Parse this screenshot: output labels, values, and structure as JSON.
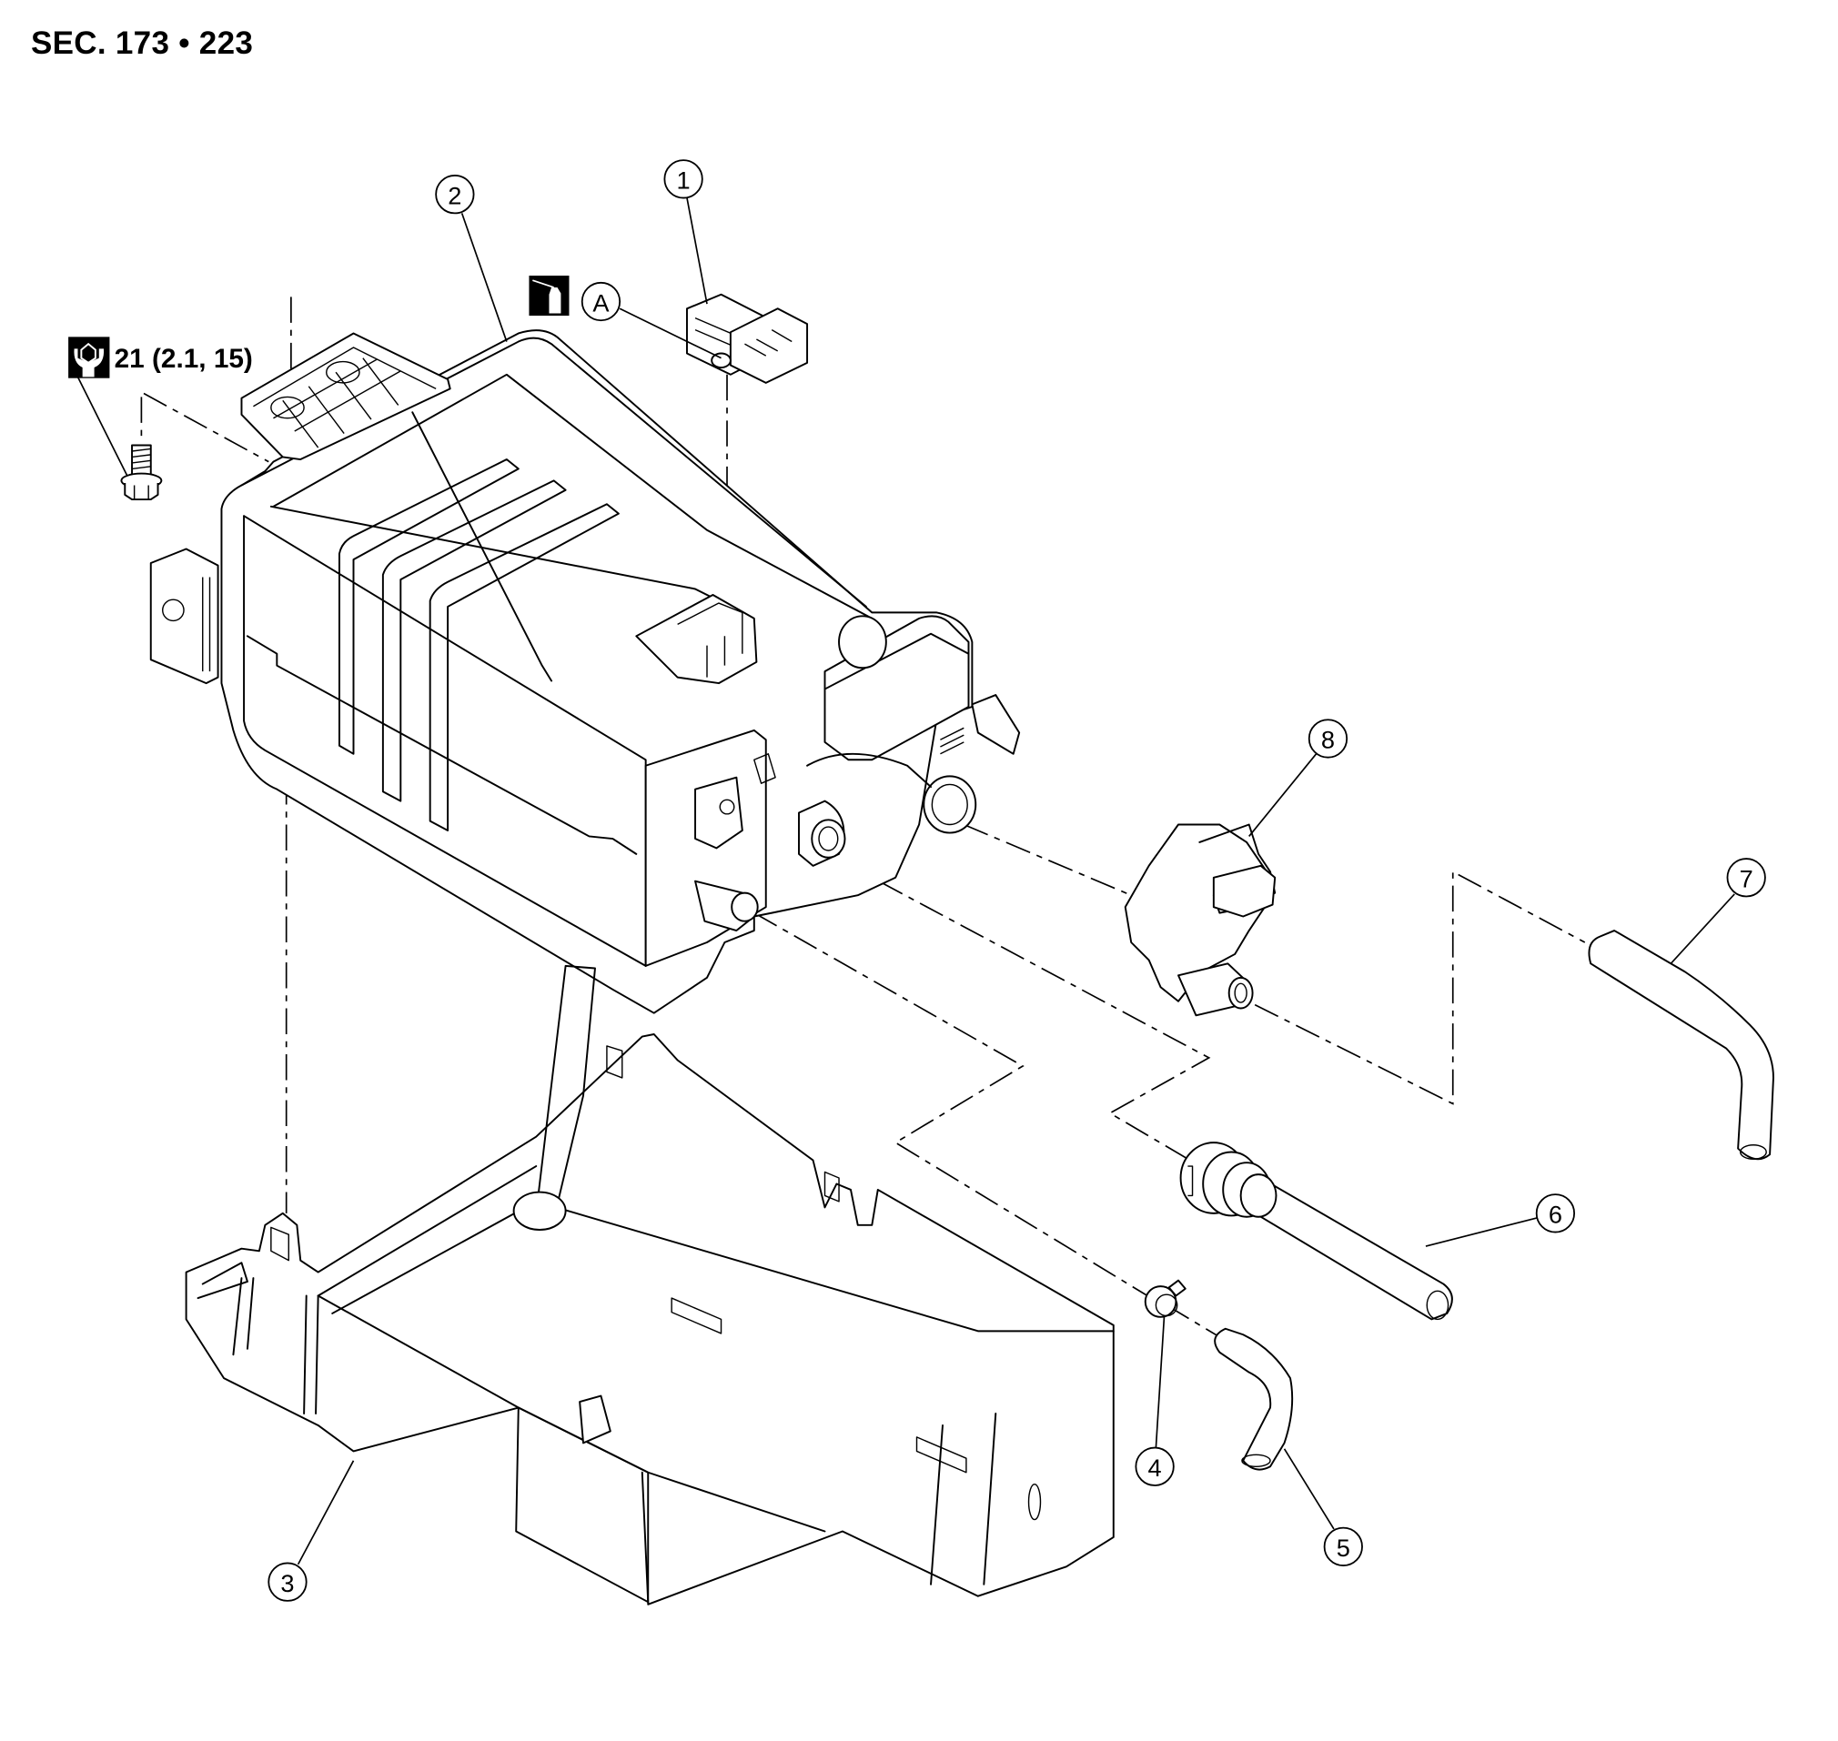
{
  "header": {
    "section_reference": "SEC. 173 • 223"
  },
  "annotations": {
    "torque_spec": {
      "icon": "torque-wrench-icon",
      "value": "21 (2.1, 15)"
    },
    "sealant": {
      "icon": "sealant-bottle-icon",
      "callout_label": "A"
    }
  },
  "callouts": [
    {
      "label": "1",
      "part": "sensor-connector"
    },
    {
      "label": "2",
      "part": "evap-canister"
    },
    {
      "label": "3",
      "part": "canister-protector-tray"
    },
    {
      "label": "4",
      "part": "hose-clamp"
    },
    {
      "label": "5",
      "part": "drain-hose"
    },
    {
      "label": "6",
      "part": "evap-hose-with-connector"
    },
    {
      "label": "7",
      "part": "vent-hose"
    },
    {
      "label": "8",
      "part": "vent-control-valve"
    }
  ]
}
